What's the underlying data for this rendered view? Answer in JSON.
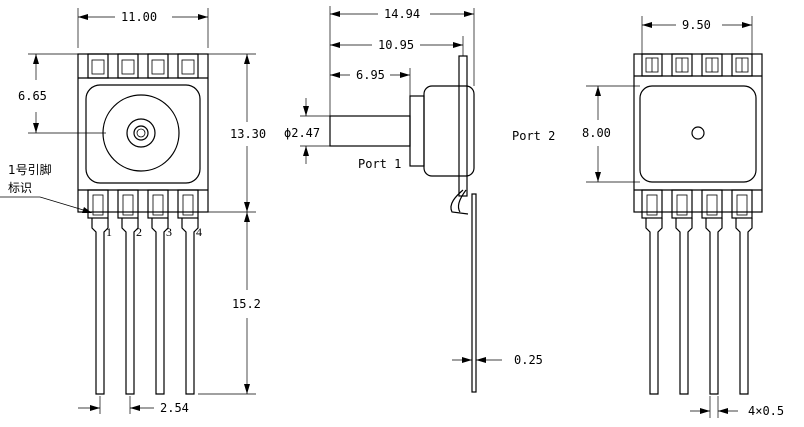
{
  "front_view": {
    "width_label": "11.00",
    "port_center_label": "6.65",
    "height_label": "13.30",
    "lead_length_label": "15.2",
    "pitch_label": "2.54",
    "pin1_marker_line1": "1号引脚",
    "pin1_marker_line2": "标识",
    "pin_numbers": [
      "1",
      "2",
      "3",
      "4"
    ]
  },
  "side_view": {
    "total_length_label": "14.94",
    "body_length_label": "10.95",
    "port_length_label": "6.95",
    "port_diameter_label": "ϕ2.47",
    "port1_label": "Port 1",
    "port2_label": "Port 2",
    "lead_thickness_label": "0.25"
  },
  "back_view": {
    "width_label": "9.50",
    "height_label": "8.00",
    "lead_width_label": "4×0.5"
  }
}
